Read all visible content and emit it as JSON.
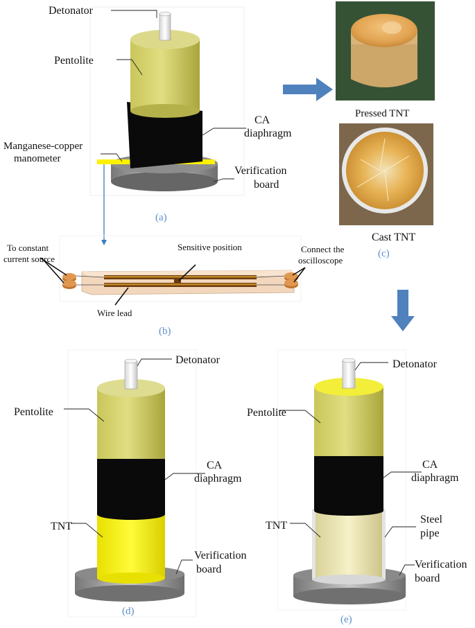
{
  "panel_a": {
    "caption": "(a)",
    "labels": {
      "detonator": "Detonator",
      "pentolite": "Pentolite",
      "ca_line1": "CA",
      "ca_line2": "diaphragm",
      "manometer_line1": "Manganese-copper",
      "manometer_line2": "manometer",
      "board_line1": "Verification",
      "board_line2": "board"
    }
  },
  "panel_b": {
    "caption": "(b)",
    "labels": {
      "current_line1": "To constant",
      "current_line2": "current source",
      "sensitive": "Sensitive position",
      "oscillo_line1": "Connect the",
      "oscillo_line2": "oscilloscope",
      "wire": "Wire lead"
    }
  },
  "panel_c": {
    "caption": "(c)",
    "pressed": "Pressed TNT",
    "cast": "Cast TNT"
  },
  "panel_d": {
    "caption": "(d)",
    "labels": {
      "detonator": "Detonator",
      "pentolite": "Pentolite",
      "ca_line1": "CA",
      "ca_line2": "diaphragm",
      "tnt": "TNT",
      "board_line1": "Verification",
      "board_line2": "board"
    }
  },
  "panel_e": {
    "caption": "(e)",
    "labels": {
      "detonator": "Detonator",
      "pentolite": "Pentolite",
      "ca_line1": "CA",
      "ca_line2": "diaphragm",
      "tnt": "TNT",
      "pipe_line1": "Steel",
      "pipe_line2": "pipe",
      "board_line1": "Verification",
      "board_line2": "board"
    }
  },
  "colors": {
    "pentolite": "#d6d470",
    "diaphragm": "#0a0a0a",
    "board": "#8a8a8a",
    "tnt_yellow": "#f4f000",
    "tnt_cream": "#efe9b4",
    "arrow": "#4f81bd",
    "caption": "#5b8ec8"
  }
}
